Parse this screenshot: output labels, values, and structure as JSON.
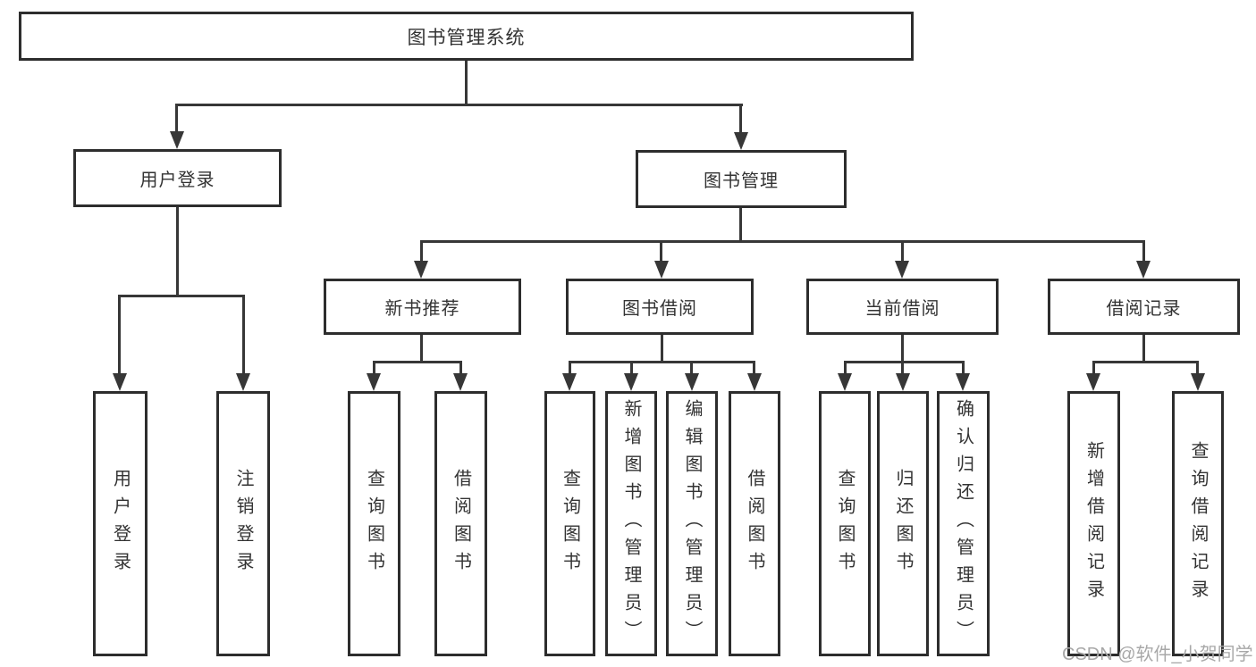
{
  "diagram": {
    "type": "hierarchy-tree",
    "watermark": "CSDN @软件_小贺同学",
    "colors": {
      "background": "#ffffff",
      "line": "#373737",
      "box_border": "#2d2d2d",
      "text": "#333333",
      "watermark": "#a8a8a8"
    },
    "tree": {
      "label": "图书管理系统",
      "children": [
        {
          "label": "用户登录",
          "children": [
            {
              "label": "用户登录"
            },
            {
              "label": "注销登录"
            }
          ]
        },
        {
          "label": "图书管理",
          "children": [
            {
              "label": "新书推荐",
              "children": [
                {
                  "label": "查询图书"
                },
                {
                  "label": "借阅图书"
                }
              ]
            },
            {
              "label": "图书借阅",
              "children": [
                {
                  "label": "查询图书"
                },
                {
                  "label": "新增图书（管理员）"
                },
                {
                  "label": "编辑图书（管理员）"
                },
                {
                  "label": "借阅图书"
                }
              ]
            },
            {
              "label": "当前借阅",
              "children": [
                {
                  "label": "查询图书"
                },
                {
                  "label": "归还图书"
                },
                {
                  "label": "确认归还（管理员）"
                }
              ]
            },
            {
              "label": "借阅记录",
              "children": [
                {
                  "label": "新增借阅记录"
                },
                {
                  "label": "查询借阅记录"
                }
              ]
            }
          ]
        }
      ]
    }
  }
}
